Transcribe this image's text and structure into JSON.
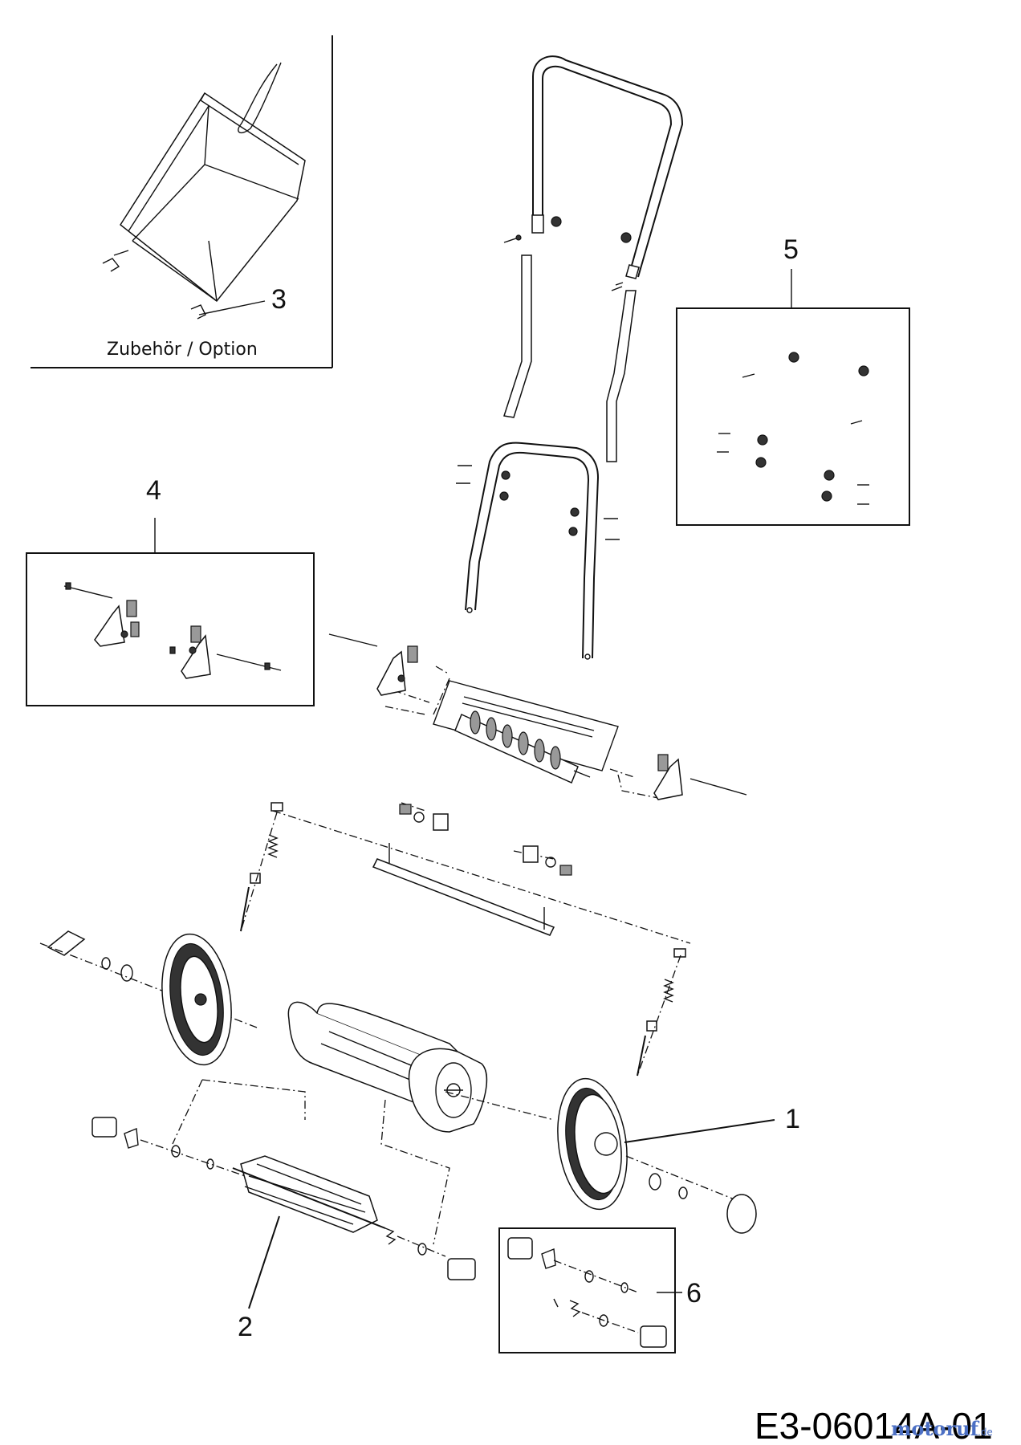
{
  "diagram": {
    "callouts": {
      "c1": "1",
      "c2": "2",
      "c3": "3",
      "c4": "4",
      "c5": "5",
      "c6": "6"
    },
    "option_caption": "Zubehör / Option",
    "drawing_code": "E3-06014A-01",
    "watermark": {
      "brand": "motoruf",
      "tld": ".de"
    }
  }
}
